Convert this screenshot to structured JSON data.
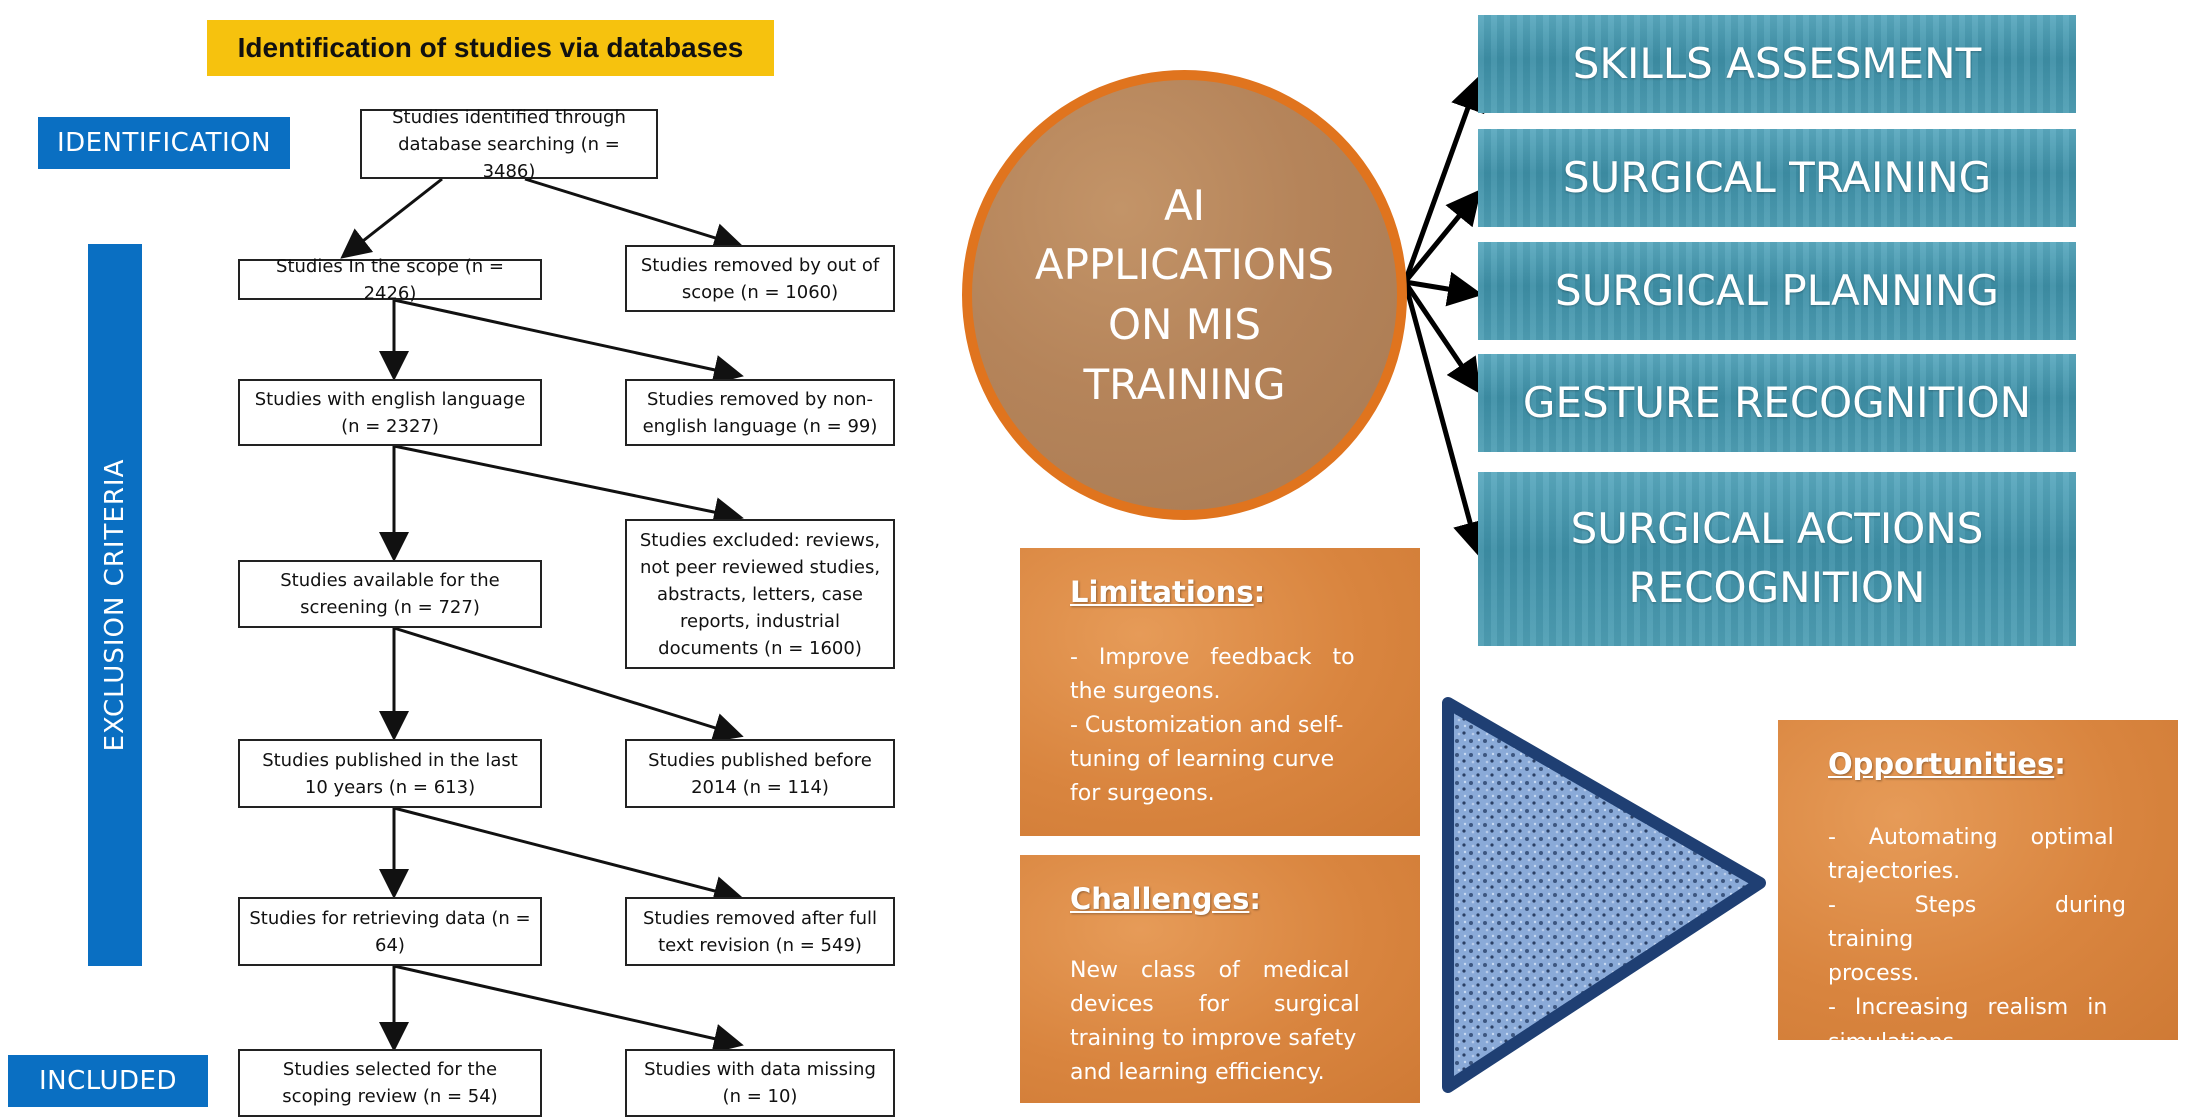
{
  "header": {
    "title": "Identification of studies via databases"
  },
  "side_labels": {
    "identification": "IDENTIFICATION",
    "exclusion": "EXCLUSION CRITERIA",
    "included": "INCLUDED"
  },
  "flow": {
    "identified": "Studies identified through database searching (n = 3486)",
    "main": [
      "Studies In the scope (n = 2426)",
      "Studies with english language (n = 2327)",
      "Studies available for the screening (n = 727)",
      "Studies published in the last 10 years (n = 613)",
      "Studies for retrieving data (n = 64)",
      "Studies selected for the scoping review (n = 54)"
    ],
    "side": [
      "Studies removed by out of scope (n = 1060)",
      "Studies removed by non-english language (n = 99)",
      "Studies excluded: reviews, not peer reviewed studies, abstracts, letters, case reports,  industrial documents (n = 1600)",
      "Studies published before 2014 (n = 114)",
      "Studies removed  after full text revision (n = 549)",
      "Studies with data missing (n = 10)"
    ]
  },
  "ai": {
    "circle_text": [
      "AI",
      "APPLICATIONS",
      "ON MIS",
      "TRAINING"
    ],
    "applications": [
      "SKILLS ASSESMENT",
      "SURGICAL TRAINING",
      "SURGICAL PLANNING",
      "GESTURE RECOGNITION",
      "SURGICAL ACTIONS",
      "RECOGNITION"
    ]
  },
  "limitations": {
    "heading": "Limitations",
    "colon": ":",
    "lines": [
      "- Improve feedback to",
      "the surgeons.",
      "- Customization and self-",
      "tuning of learning curve",
      "for surgeons."
    ]
  },
  "challenges": {
    "heading": "Challenges",
    "colon": ":",
    "lines": [
      "New class of medical",
      "devices for surgical",
      "training to improve safety",
      "and learning efficiency."
    ]
  },
  "opportunities": {
    "heading": "Opportunities",
    "colon": ":",
    "lines": [
      "- Automating optimal",
      "trajectories.",
      "- Steps during training",
      "process.",
      "- Increasing realism in",
      "simulations."
    ]
  },
  "colors": {
    "banner": "#f6c20e",
    "label_blue": "#0a6fc2",
    "teal": "#4a9bb2",
    "orange": "#d9853f",
    "circle_border": "#e0741e",
    "triangle_border": "#1f3f73"
  }
}
